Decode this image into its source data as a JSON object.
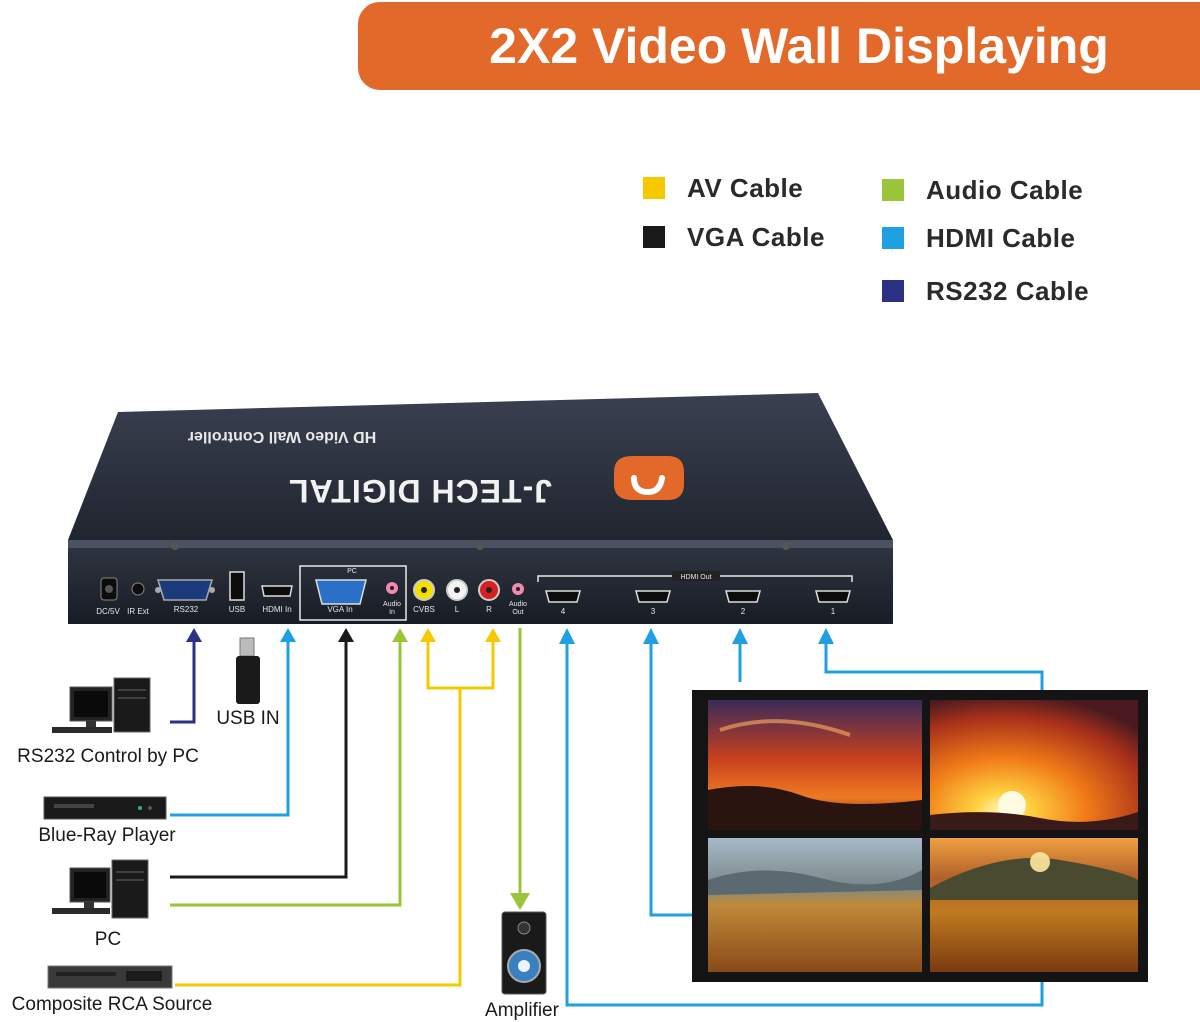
{
  "title": "2X2 Video Wall Displaying",
  "legend": [
    {
      "label": "AV Cable",
      "color": "#f5c800"
    },
    {
      "label": "VGA Cable",
      "color": "#1a1a1a"
    },
    {
      "label": "Audio Cable",
      "color": "#9ac43a"
    },
    {
      "label": "HDMI Cable",
      "color": "#1fa0e0"
    },
    {
      "label": "RS232 Cable",
      "color": "#2b3286"
    }
  ],
  "device": {
    "name": "HD Video Wall Controller",
    "brand": "J-TECH DIGITAL",
    "group_pc": "PC",
    "group_hdmi_out": "HDMI Out",
    "ports": {
      "dc": "DC/5V",
      "ir": "IR Ext",
      "rs232": "RS232",
      "usb": "USB",
      "hdmi_in": "HDMI In",
      "vga_in": "VGA In",
      "audio_in_1": "Audio",
      "audio_in_2": "In",
      "cvbs": "CVBS",
      "l": "L",
      "r": "R",
      "audio_out_1": "Audio",
      "audio_out_2": "Out",
      "out4": "4",
      "out3": "3",
      "out2": "2",
      "out1": "1"
    }
  },
  "sources": {
    "rs232_pc": "RS232 Control by PC",
    "usb_in": "USB IN",
    "bluray": "Blue-Ray Player",
    "pc": "PC",
    "composite": "Composite RCA Source",
    "amplifier": "Amplifier"
  },
  "colors": {
    "banner": "#e2692a",
    "av": "#f5c800",
    "vga": "#1a1a1a",
    "audio": "#9ac43a",
    "hdmi": "#1fa0e0",
    "rs232": "#2b3286",
    "device": "#2b3140"
  }
}
